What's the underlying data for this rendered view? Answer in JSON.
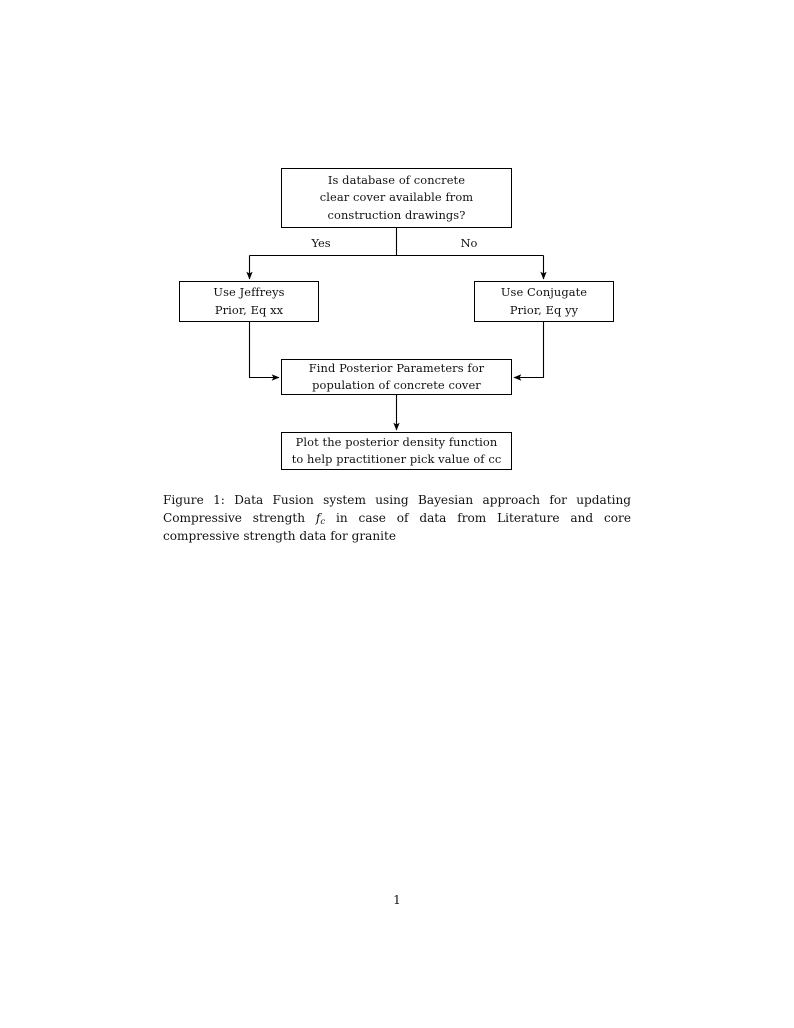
{
  "document": {
    "page_number": "1"
  },
  "figure": {
    "nodes": {
      "decision": {
        "lines": [
          "Is database of concrete",
          "clear cover available from",
          "construction drawings?"
        ]
      },
      "jeffreys": {
        "lines": [
          "Use Jeffreys",
          "Prior, Eq xx"
        ]
      },
      "conjugate": {
        "lines": [
          "Use Conjugate",
          "Prior, Eq yy"
        ]
      },
      "posterior": {
        "lines": [
          "Find Posterior Parameters for",
          "population of concrete cover"
        ]
      },
      "plot": {
        "lines": [
          "Plot the posterior density function",
          "to help practitioner pick value of cc"
        ]
      }
    },
    "edge_labels": {
      "yes": "Yes",
      "no": "No"
    },
    "caption": {
      "prefix": "Figure 1:",
      "text_before_math": " Data Fusion system using Bayesian approach for updating Compressive strength ",
      "math_symbol": "f",
      "math_subscript": "c",
      "text_after_math": " in case of data from Literature and core compressive strength data for granite",
      "full_text": "Figure 1: Data Fusion system using Bayesian approach for updating Compressive strength fc in case of data from Literature and core compressive strength data for granite"
    },
    "colors": {
      "stroke": "#000000",
      "text": "#111111",
      "background": "#ffffff"
    }
  }
}
